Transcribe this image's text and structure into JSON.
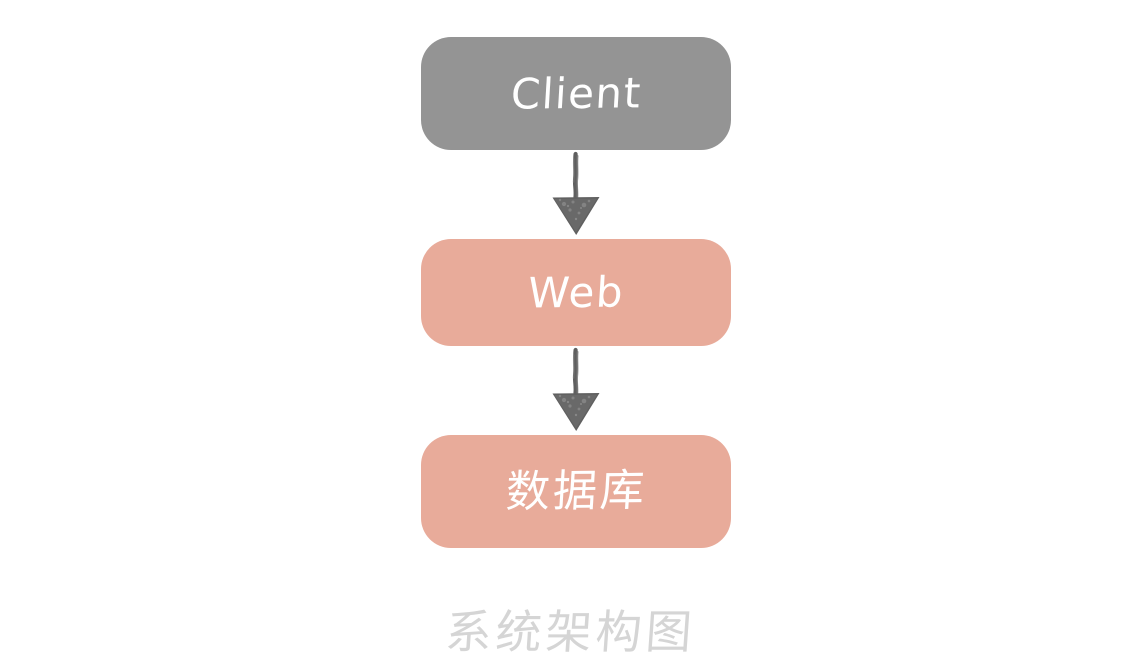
{
  "diagram": {
    "title": "系统架构图",
    "title_meaning": "System Architecture Diagram",
    "background_color": "#ffffff",
    "caption_color": "#d5d5d5",
    "nodes": [
      {
        "id": "client",
        "label": "Client",
        "fill_color": "#949494",
        "text_color": "#ffffff",
        "shape": "rounded-rectangle"
      },
      {
        "id": "web",
        "label": "Web",
        "fill_color": "#e8ab9a",
        "text_color": "#ffffff",
        "shape": "rounded-rectangle"
      },
      {
        "id": "database",
        "label": "数据库",
        "fill_color": "#e8ab9a",
        "text_color": "#ffffff",
        "shape": "rounded-rectangle"
      }
    ],
    "edges": [
      {
        "id": "client-to-web",
        "from": "client",
        "to": "web",
        "direction": "down",
        "style": "sketchy-solid",
        "color": "#5a5a5a",
        "icon": "arrow-down-icon"
      },
      {
        "id": "web-to-database",
        "from": "web",
        "to": "database",
        "direction": "down",
        "style": "sketchy-solid",
        "color": "#5a5a5a",
        "icon": "arrow-down-icon"
      }
    ]
  }
}
